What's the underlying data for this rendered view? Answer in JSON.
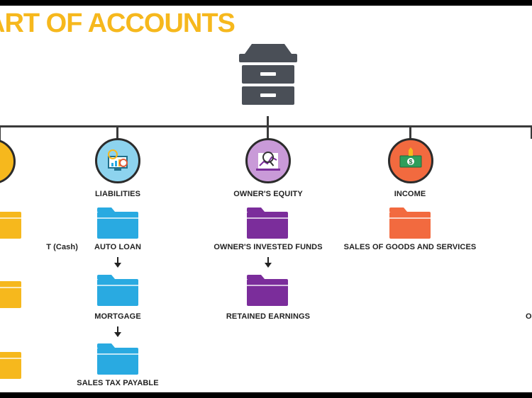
{
  "header": {
    "title": "ART OF ACCOUNTS"
  },
  "colors": {
    "title": "#F6B81D",
    "cabinet": "#4a4f57",
    "assets": "#F6B81D",
    "liabilities": "#29AAE1",
    "equity": "#7B2D9B",
    "income": "#F26A3F"
  },
  "root": {
    "icon": "file-cabinet-icon"
  },
  "categories": [
    {
      "label": "",
      "icon": "assets-icon",
      "accounts": [
        "T (Cash)",
        "",
        ""
      ]
    },
    {
      "label": "LIABILITIES",
      "icon": "chart-magnifier-icon",
      "accounts": [
        "AUTO LOAN",
        "MORTGAGE",
        "SALES TAX PAYABLE"
      ]
    },
    {
      "label": "OWNER'S EQUITY",
      "icon": "analytics-icon",
      "accounts": [
        "OWNER'S INVESTED FUNDS",
        "RETAINED EARNINGS"
      ]
    },
    {
      "label": "INCOME",
      "icon": "dollar-bill-icon",
      "accounts": [
        "SALES OF GOODS AND SERVICES"
      ]
    },
    {
      "label": "",
      "icon": "expenses-icon",
      "accounts": [
        "O"
      ]
    }
  ]
}
